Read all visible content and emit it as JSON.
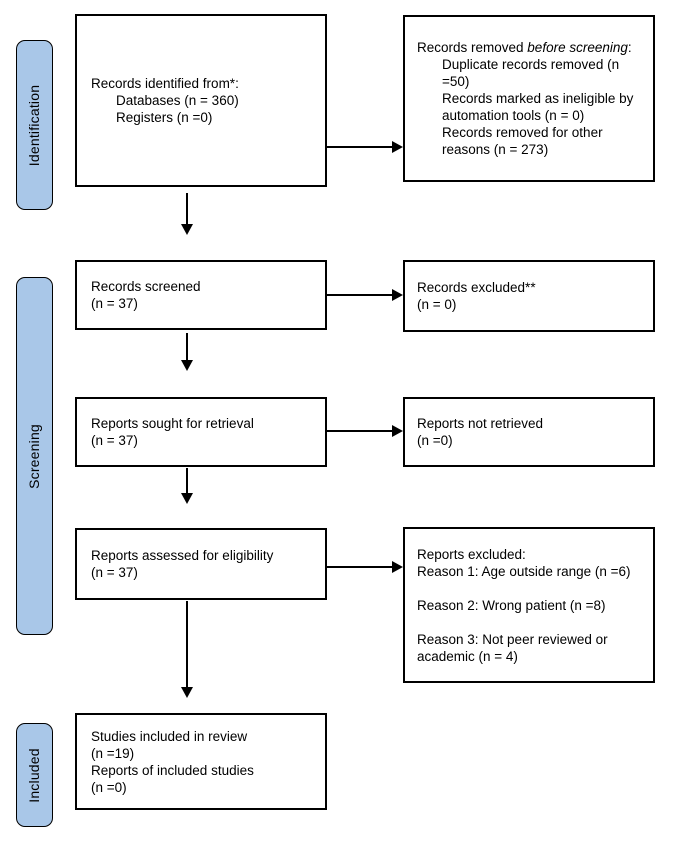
{
  "palette": {
    "stage_fill": "#A9C7E8",
    "box_border": "#000000",
    "text": "#000000",
    "background": "#FFFFFF"
  },
  "stages": [
    "Identification",
    "Screening",
    "Included"
  ],
  "flow": {
    "identified": {
      "title": "Records identified from*:",
      "items": [
        "Databases (n = 360)",
        "Registers (n =0)"
      ]
    },
    "removed": {
      "intro_normal": "Records removed ",
      "intro_italic": "before screening",
      "intro_end": ":",
      "items": [
        "Duplicate records removed (n =50)",
        "Records marked as ineligible by automation tools (n = 0)",
        "Records removed for other reasons (n = 273)"
      ]
    },
    "screened": {
      "lines": [
        "Records screened",
        "(n = 37)"
      ]
    },
    "excluded": {
      "lines": [
        "Records excluded**",
        "(n = 0)"
      ]
    },
    "sought": {
      "lines": [
        "Reports sought for retrieval",
        "(n = 37)"
      ]
    },
    "not_retrieved": {
      "lines": [
        "Reports not retrieved",
        "(n =0)"
      ]
    },
    "assessed": {
      "lines": [
        "Reports assessed for eligibility",
        "(n = 37)"
      ]
    },
    "reports_excluded": {
      "title": "Reports excluded:",
      "reasons": [
        "Reason 1: Age outside range (n =6)",
        "Reason 2: Wrong patient (n =8)",
        "Reason 3: Not peer reviewed or academic (n = 4)"
      ]
    },
    "included_in_review": {
      "lines": [
        "Studies included in review",
        "(n =19)",
        "Reports of included studies",
        "(n =0)"
      ]
    }
  }
}
